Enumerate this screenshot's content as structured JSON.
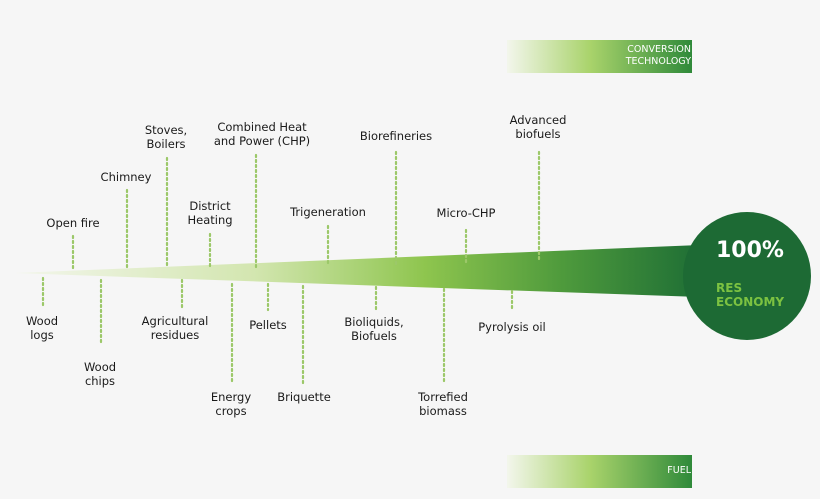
{
  "conversion_tag": "CONVERSION\nTECHNOLOGY",
  "fuel_tag": "FUEL",
  "badge": {
    "percent": "100%",
    "subtitle": "RES\nECONOMY"
  },
  "technologies": [
    {
      "id": "open-fire",
      "label": "Open fire"
    },
    {
      "id": "chimney",
      "label": "Chimney"
    },
    {
      "id": "stoves-boilers",
      "label": "Stoves,\nBoilers"
    },
    {
      "id": "district-heating",
      "label": "District\nHeating"
    },
    {
      "id": "chp",
      "label": "Combined Heat\nand Power (CHP)"
    },
    {
      "id": "trigeneration",
      "label": "Trigeneration"
    },
    {
      "id": "biorefineries",
      "label": "Biorefineries"
    },
    {
      "id": "micro-chp",
      "label": "Micro-CHP"
    },
    {
      "id": "advanced-biofuels",
      "label": "Advanced\nbiofuels"
    }
  ],
  "fuels": [
    {
      "id": "wood-logs",
      "label": "Wood\nlogs"
    },
    {
      "id": "wood-chips",
      "label": "Wood\nchips"
    },
    {
      "id": "agricultural-residues",
      "label": "Agricultural\nresidues"
    },
    {
      "id": "energy-crops",
      "label": "Energy\ncrops"
    },
    {
      "id": "pellets",
      "label": "Pellets"
    },
    {
      "id": "briquette",
      "label": "Briquette"
    },
    {
      "id": "bioliquids-biofuels",
      "label": "Bioliquids,\nBiofuels"
    },
    {
      "id": "torrefied-biomass",
      "label": "Torrefied\nbiomass"
    },
    {
      "id": "pyrolysis-oil",
      "label": "Pyrolysis oil"
    }
  ],
  "colors": {
    "light_green": "#b9d98a",
    "mid_green": "#7cc241",
    "dark_green": "#1e6e35",
    "badge_green": "#1d6a34",
    "dot_green": "#9cc869"
  }
}
